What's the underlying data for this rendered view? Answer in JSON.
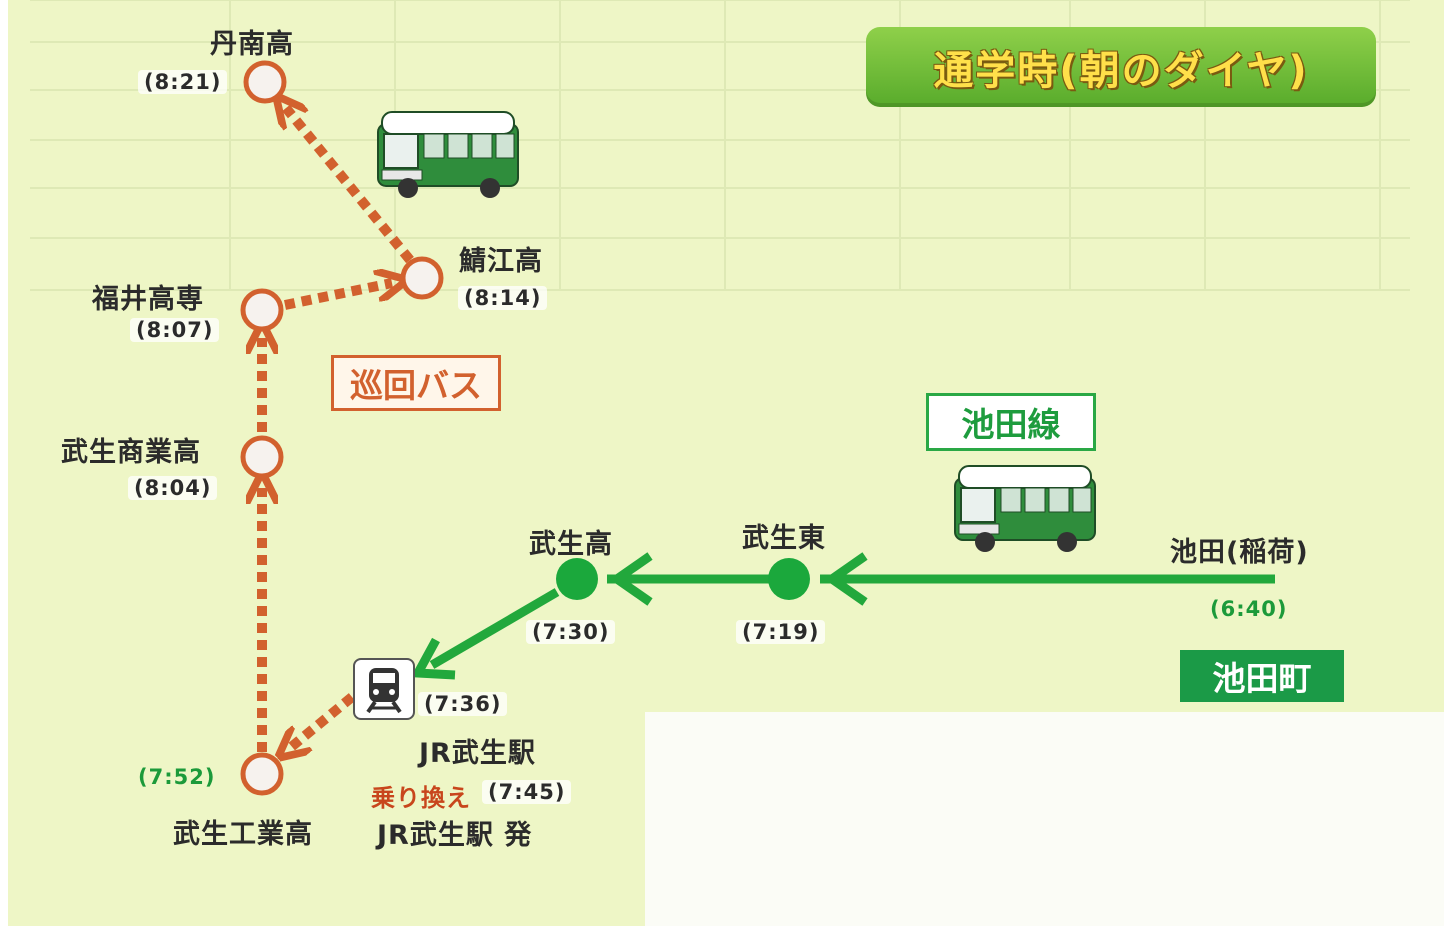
{
  "title": "通学時(朝のダイヤ)",
  "loop_bus_label": "巡回バス",
  "ikeda_line_label": "池田線",
  "ikeda_town_label": "池田町",
  "stations": {
    "tannan": {
      "name": "丹南高",
      "time": "(8:21)"
    },
    "sabae": {
      "name": "鯖江高",
      "time": "(8:14)"
    },
    "fukui_kosen": {
      "name": "福井高専",
      "time": "(8:07)"
    },
    "takefu_shogyo": {
      "name": "武生商業高",
      "time": "(8:04)"
    },
    "takefu_kogyo": {
      "name": "武生工業高",
      "time": "(7:52)"
    },
    "jr_takefu": {
      "name": "JR武生駅",
      "time": "(7:36)"
    },
    "takefu_high": {
      "name": "武生高",
      "time": "(7:30)"
    },
    "takefu_east": {
      "name": "武生東",
      "time": "(7:19)"
    },
    "ikeda_inari": {
      "name": "池田(稲荷)",
      "time": "(6:40)"
    }
  },
  "transfer": {
    "label": "乗り換え",
    "time": "(7:45)",
    "departure": "JR武生駅 発"
  },
  "colors": {
    "loop_route": "#d2612e",
    "ikeda_route": "#22a83c",
    "title_bg": "#6cbf36",
    "title_text": "#ffe04a"
  },
  "icons": [
    "bus-icon",
    "train-icon",
    "arrow-icon"
  ]
}
